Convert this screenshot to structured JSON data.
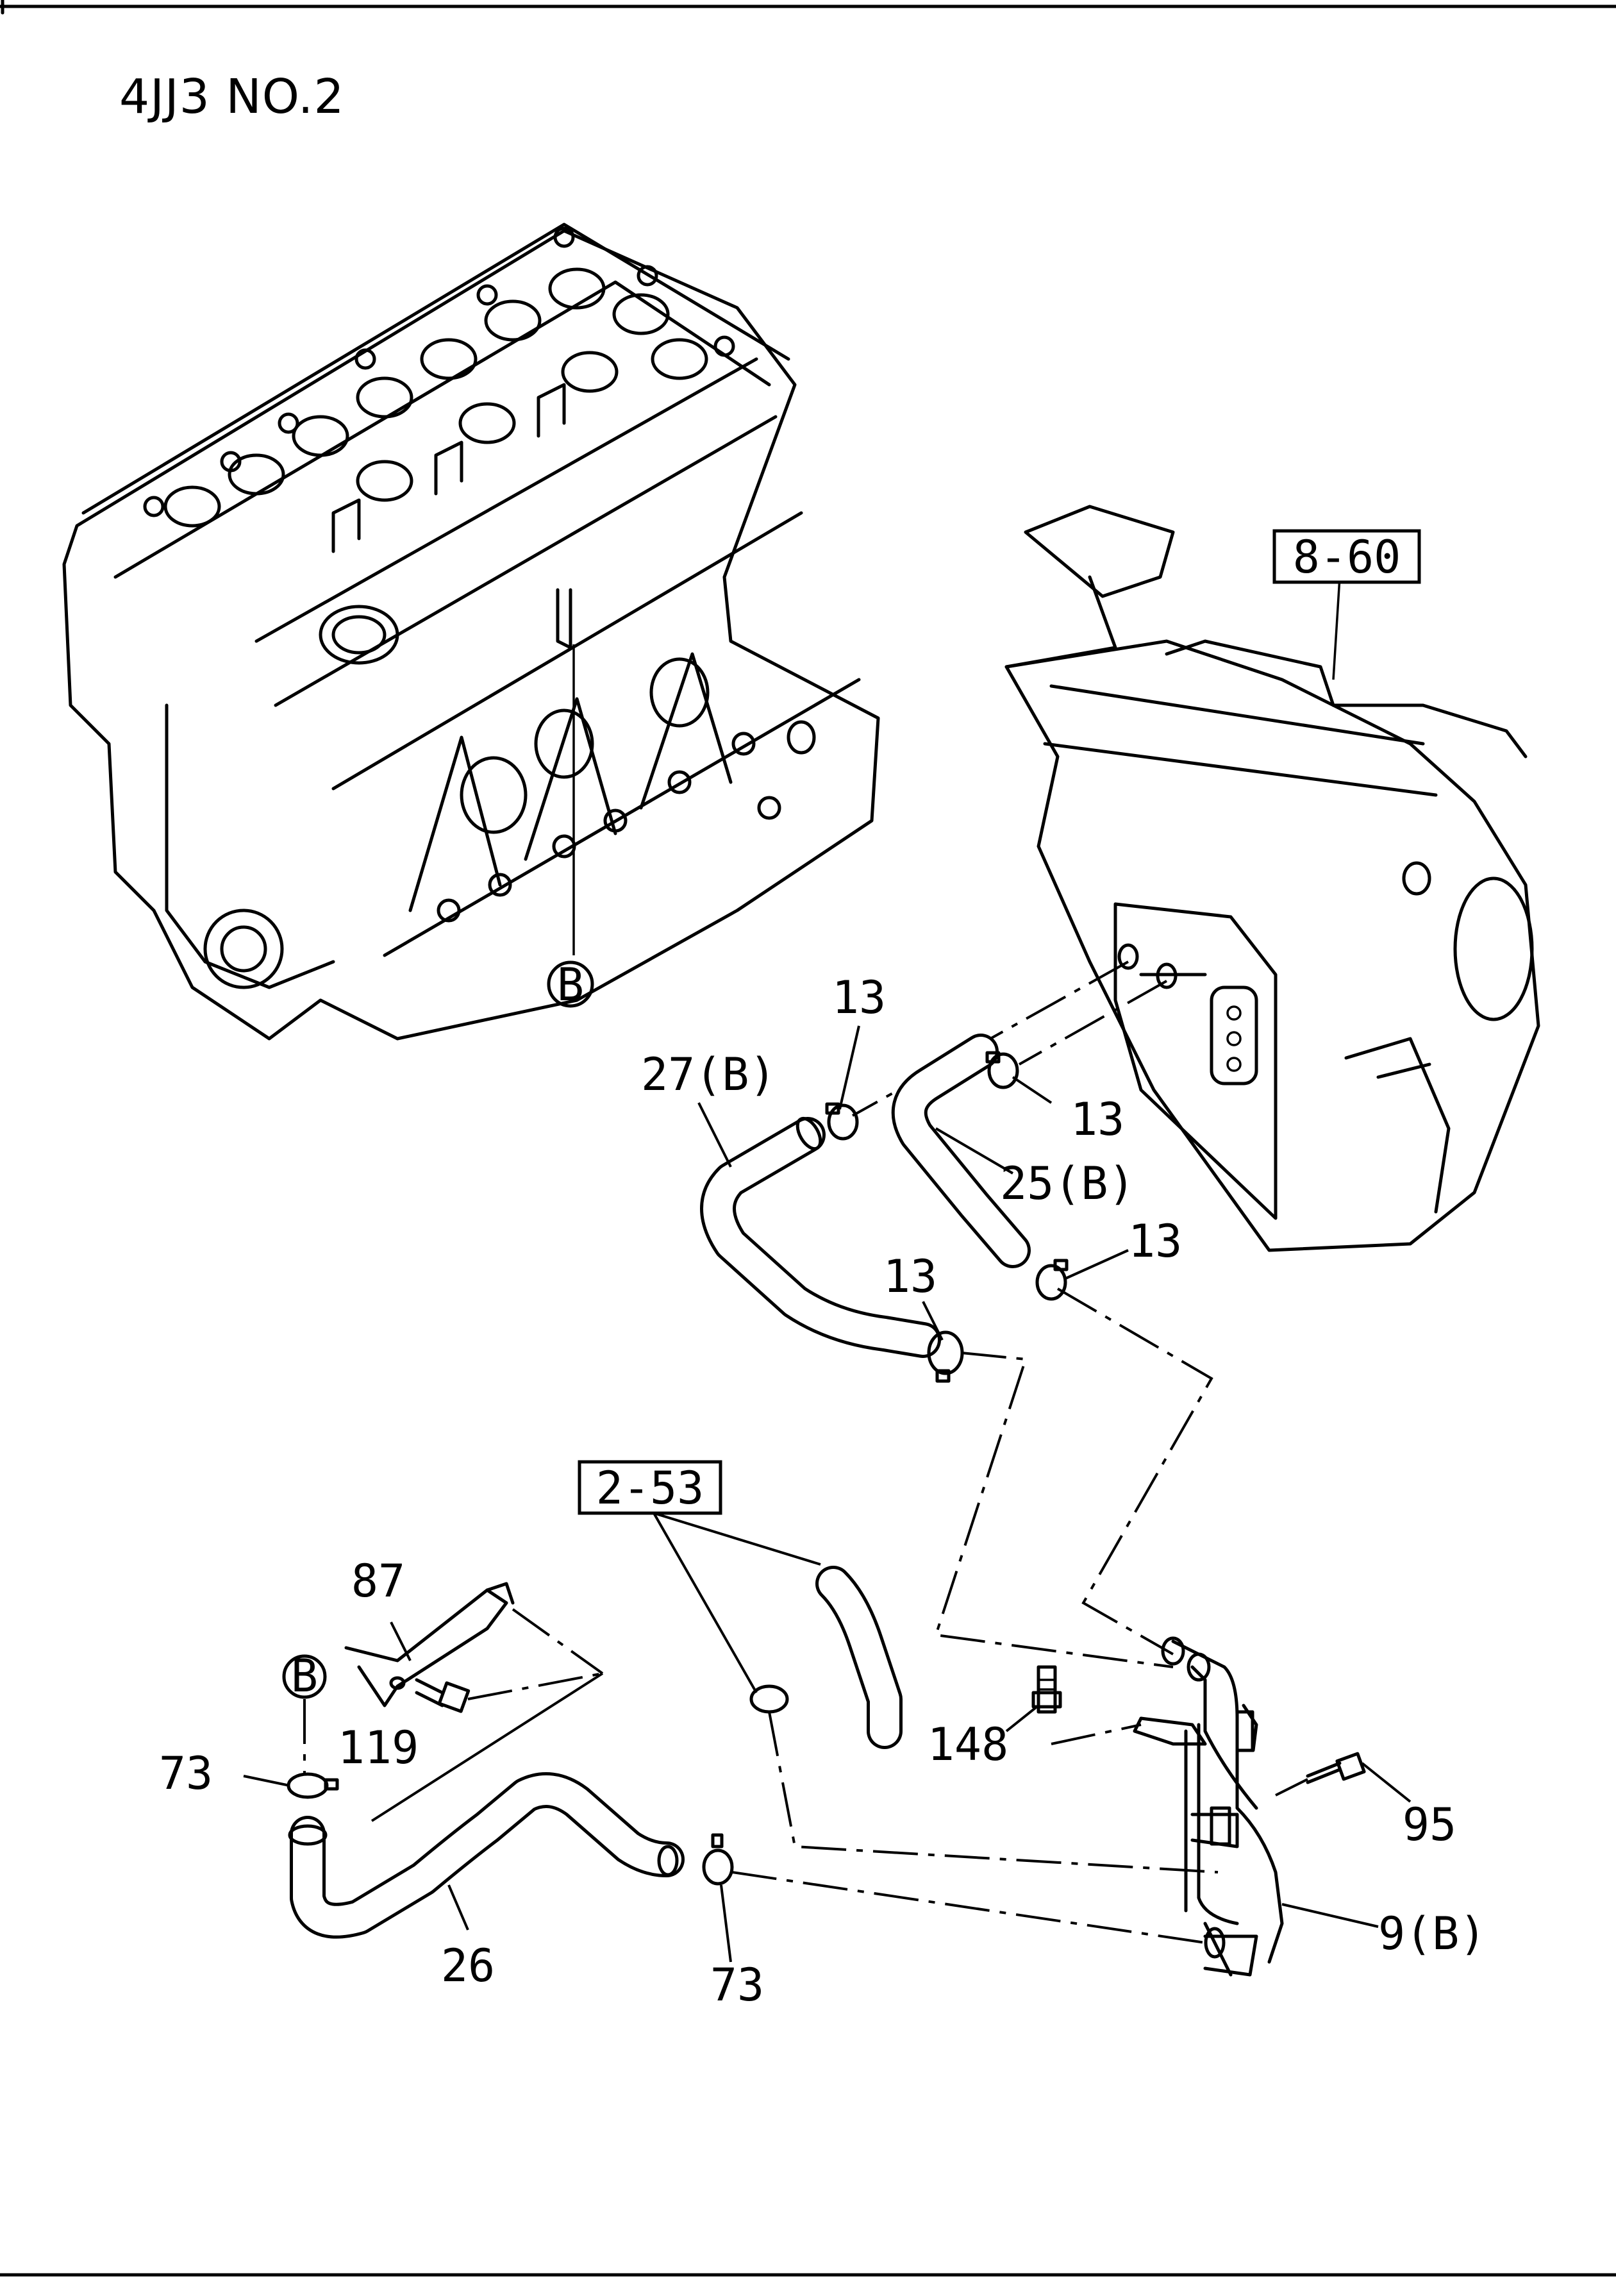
{
  "title": "4JJ3 NO.2",
  "ref_boxes": {
    "heater_unit": "8-60",
    "thermostat_ref": "2-53"
  },
  "markers": {
    "engine_point": "B",
    "hose_point": "B"
  },
  "callouts": {
    "clip_top": "13",
    "clip_right_upper": "13",
    "clip_right_lower": "13",
    "clip_mid": "13",
    "hose_27b": "27(B)",
    "hose_25b": "25(B)",
    "bracket_87": "87",
    "bolt_119": "119",
    "clamp_73_left": "73",
    "hose_26": "26",
    "clamp_73_bottom": "73",
    "fitting_148": "148",
    "bolt_95": "95",
    "pipe_9b": "9(B)"
  }
}
